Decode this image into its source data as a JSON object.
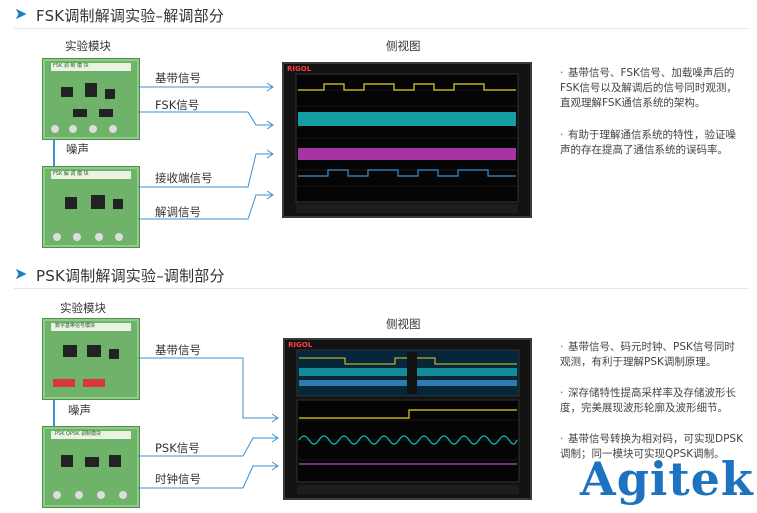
{
  "fsk": {
    "title": "FSK调制解调实验–解调部分",
    "module_label": "实验模块",
    "side_view_label": "侧视图",
    "noise_label": "噪声",
    "board_top_text": "FSK 调 制 模 块",
    "board_bottom_text": "FSK 解 调 模 块",
    "signals": [
      "基带信号",
      "FSK信号",
      "接收端信号",
      "解调信号"
    ],
    "bullets": [
      "基带信号、FSK信号、加载噪声后的FSK信号以及解调后的信号同时观测， 直观理解FSK通信系统的架构。",
      "有助于理解通信系统的特性，验证噪声的存在提高了通信系统的误码率。"
    ],
    "scope_brand": "RIGOL"
  },
  "psk": {
    "title": "PSK调制解调实验–调制部分",
    "module_label": "实验模块",
    "side_view_label": "侧视图",
    "noise_label": "噪声",
    "board_top_text": "数字基带信号模块",
    "board_bottom_text": "PSK QPSK 调制模块",
    "signals": [
      "基带信号",
      "PSK信号",
      "时钟信号"
    ],
    "bullets": [
      "基带信号、码元时钟、PSK信号同时观测，有利于理解PSK调制原理。",
      "深存储特性提高采样率及存储波形长度，完美展现波形轮廓及波形细节。",
      "基带信号转换为相对码，可实现DPSK调制；同一模块可实现QPSK调制。"
    ],
    "scope_brand": "RIGOL"
  },
  "logo": {
    "text": "Agitek"
  },
  "colors": {
    "accent": "#1a7fc8",
    "ch1": "#e8d020",
    "ch2": "#18b8c0",
    "ch3": "#d040c8",
    "ch4": "#3c8fd0"
  }
}
